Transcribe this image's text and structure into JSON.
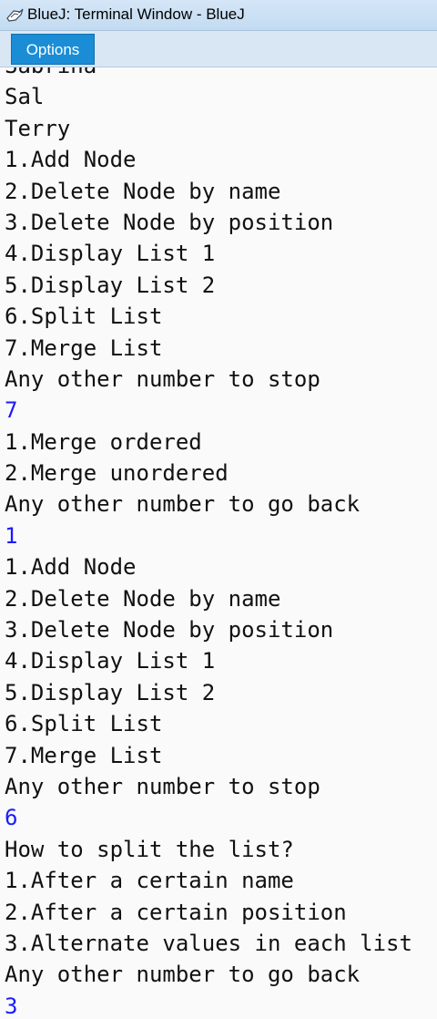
{
  "window": {
    "title": "BlueJ: Terminal Window - BlueJ"
  },
  "menu": {
    "options_label": "Options"
  },
  "terminal": {
    "lines": [
      {
        "text": "Sabrina",
        "type": "output"
      },
      {
        "text": "Sal",
        "type": "output"
      },
      {
        "text": "Terry",
        "type": "output"
      },
      {
        "text": "1.Add Node",
        "type": "output"
      },
      {
        "text": "2.Delete Node by name",
        "type": "output"
      },
      {
        "text": "3.Delete Node by position",
        "type": "output"
      },
      {
        "text": "4.Display List 1",
        "type": "output"
      },
      {
        "text": "5.Display List 2",
        "type": "output"
      },
      {
        "text": "6.Split List",
        "type": "output"
      },
      {
        "text": "7.Merge List",
        "type": "output"
      },
      {
        "text": "Any other number to stop",
        "type": "output"
      },
      {
        "text": "7",
        "type": "input"
      },
      {
        "text": "1.Merge ordered",
        "type": "output"
      },
      {
        "text": "2.Merge unordered",
        "type": "output"
      },
      {
        "text": "Any other number to go back",
        "type": "output"
      },
      {
        "text": "1",
        "type": "input"
      },
      {
        "text": "1.Add Node",
        "type": "output"
      },
      {
        "text": "2.Delete Node by name",
        "type": "output"
      },
      {
        "text": "3.Delete Node by position",
        "type": "output"
      },
      {
        "text": "4.Display List 1",
        "type": "output"
      },
      {
        "text": "5.Display List 2",
        "type": "output"
      },
      {
        "text": "6.Split List",
        "type": "output"
      },
      {
        "text": "7.Merge List",
        "type": "output"
      },
      {
        "text": "Any other number to stop",
        "type": "output"
      },
      {
        "text": "6",
        "type": "input"
      },
      {
        "text": "How to split the list?",
        "type": "output"
      },
      {
        "text": "1.After a certain name",
        "type": "output"
      },
      {
        "text": "2.After a certain position",
        "type": "output"
      },
      {
        "text": "3.Alternate values in each list",
        "type": "output"
      },
      {
        "text": "Any other number to go back",
        "type": "output"
      },
      {
        "text": "3",
        "type": "input"
      }
    ]
  },
  "colors": {
    "output_text": "#111111",
    "input_text": "#1a1aff",
    "menu_highlight": "#1a8dd6"
  },
  "icons": {
    "title_icon": "bluej-bird-icon"
  }
}
